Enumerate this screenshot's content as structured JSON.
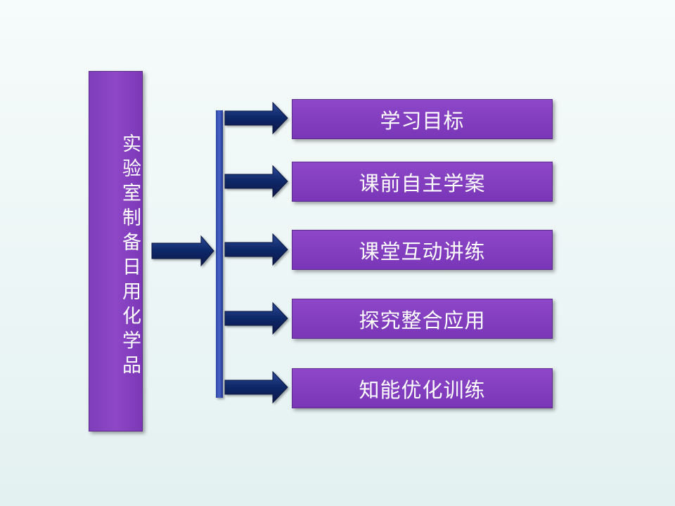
{
  "title": "实验室制备日用化学品",
  "items": [
    {
      "label": "学习目标"
    },
    {
      "label": "课前自主学案"
    },
    {
      "label": "课堂互动讲练"
    },
    {
      "label": "探究整合应用"
    },
    {
      "label": "知能优化训练"
    }
  ],
  "colors": {
    "box_purple": "#8040bf",
    "bar_blue": "#2f4aa8",
    "arrow_navy": "#122a6e"
  }
}
